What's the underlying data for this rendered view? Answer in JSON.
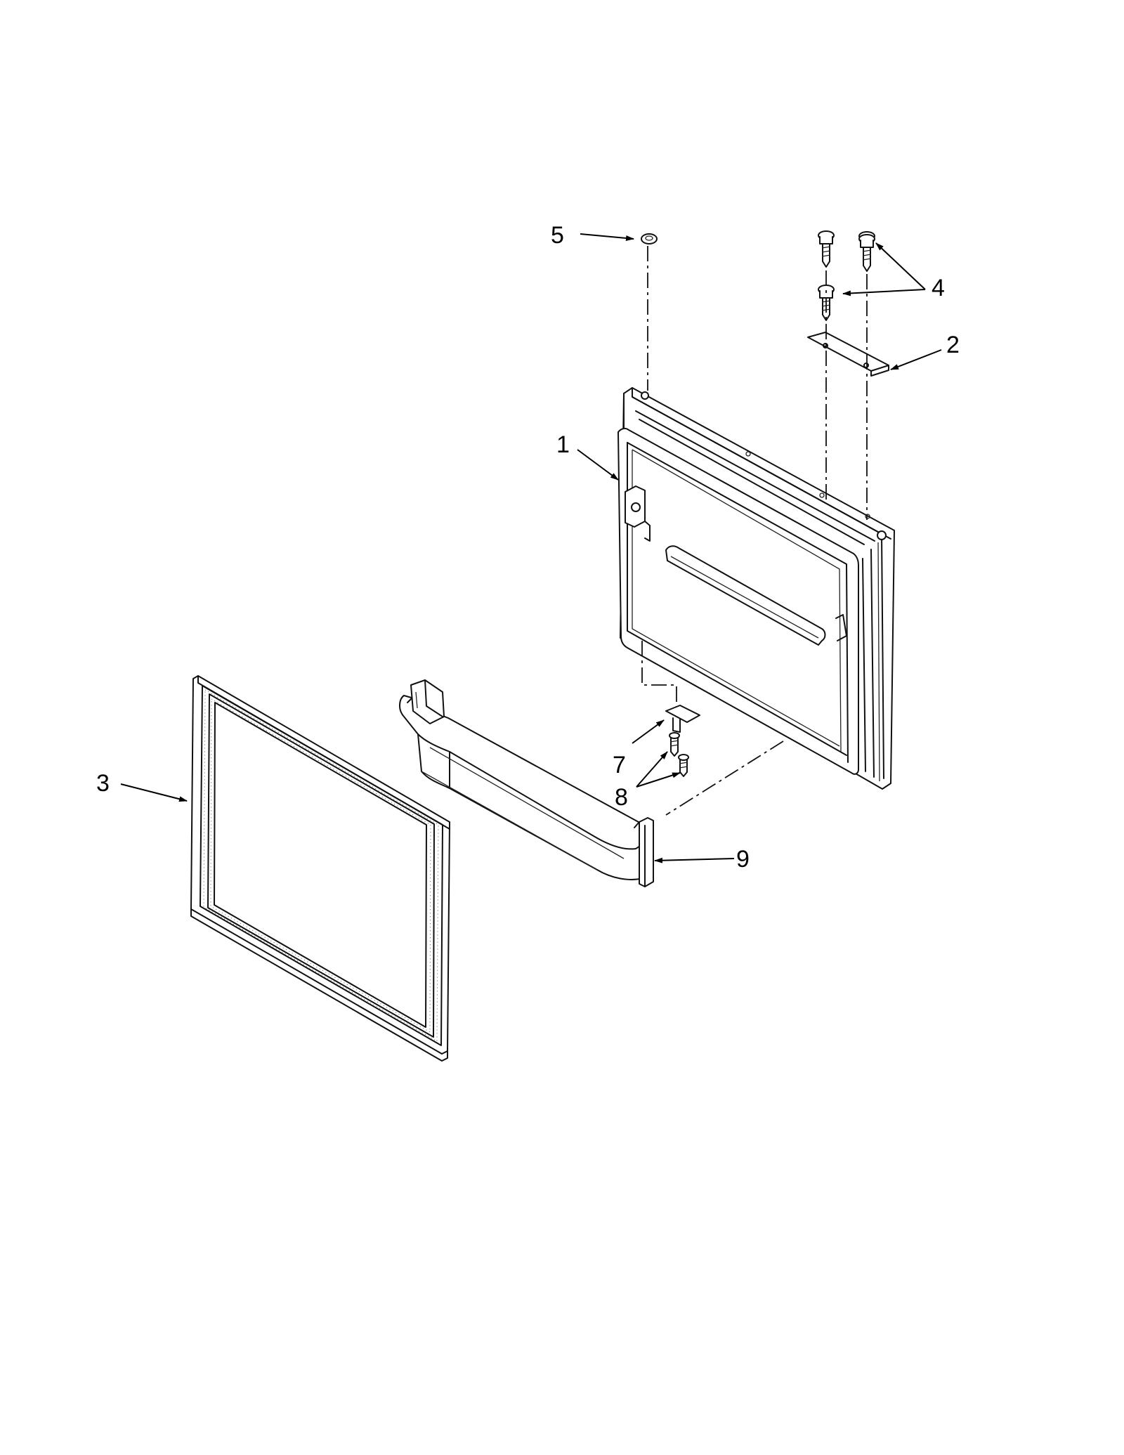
{
  "diagram": {
    "callouts": [
      {
        "id": "1",
        "label": "1"
      },
      {
        "id": "2",
        "label": "2"
      },
      {
        "id": "3",
        "label": "3"
      },
      {
        "id": "4",
        "label": "4"
      },
      {
        "id": "5",
        "label": "5"
      },
      {
        "id": "7",
        "label": "7"
      },
      {
        "id": "8",
        "label": "8"
      },
      {
        "id": "9",
        "label": "9"
      }
    ],
    "colors": {
      "line": "#111111",
      "background": "#ffffff"
    }
  }
}
